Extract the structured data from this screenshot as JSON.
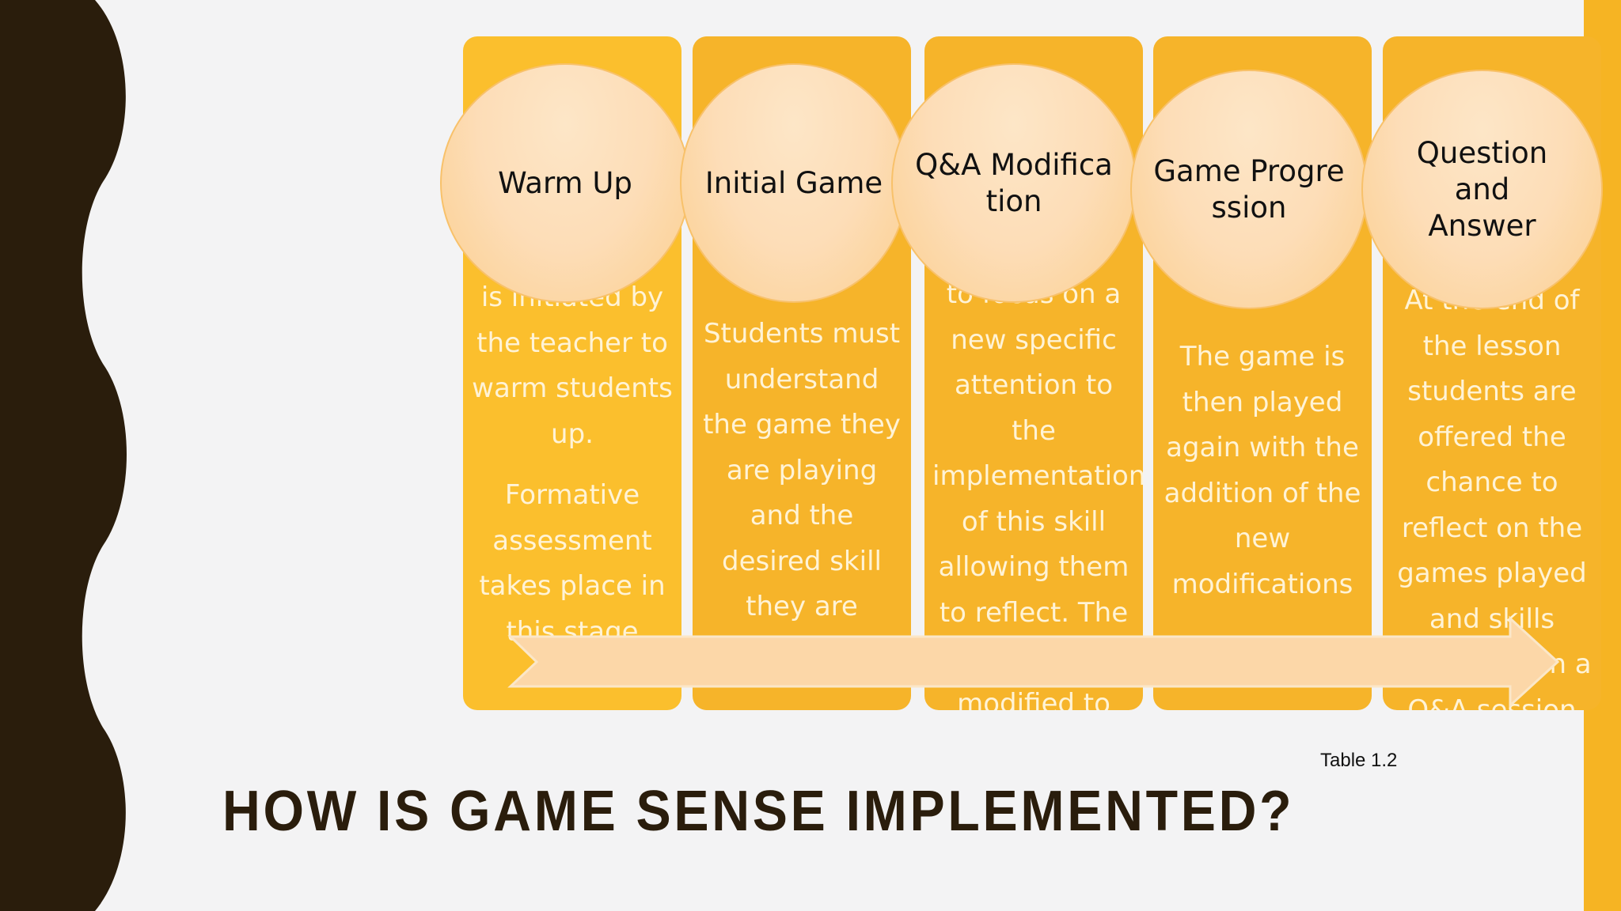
{
  "diagram": {
    "stages": [
      {
        "label": "Warm Up",
        "paragraphs": [
          "is initiated by the teacher to warm students up.",
          "Formative assessment takes place in this stage"
        ]
      },
      {
        "label": "Initial Game",
        "paragraphs": [
          "Students must understand the game they are playing and the desired skill they are learning"
        ]
      },
      {
        "label": "Q&A Modification",
        "paragraphs": [
          "to focus on a new specific attention to the implementation of this skill allowing them to reflect. The game is then modified to increase complexity"
        ]
      },
      {
        "label": "Game Progression",
        "paragraphs": [
          "The game is then played again with the addition of the new modifications"
        ]
      },
      {
        "label": "Question and Answer",
        "paragraphs": [
          "At the end of the lesson students are offered the chance to reflect on the games played and skills developed in a Q&A session"
        ]
      }
    ],
    "caption": "Table 1.2"
  },
  "slide": {
    "title": "HOW IS GAME SENSE IMPLEMENTED?"
  },
  "colors": {
    "accent": "#f6b42a",
    "dark": "#2a1d0c",
    "circle": "#fdddb7",
    "arrow": "#fcd7a8"
  }
}
